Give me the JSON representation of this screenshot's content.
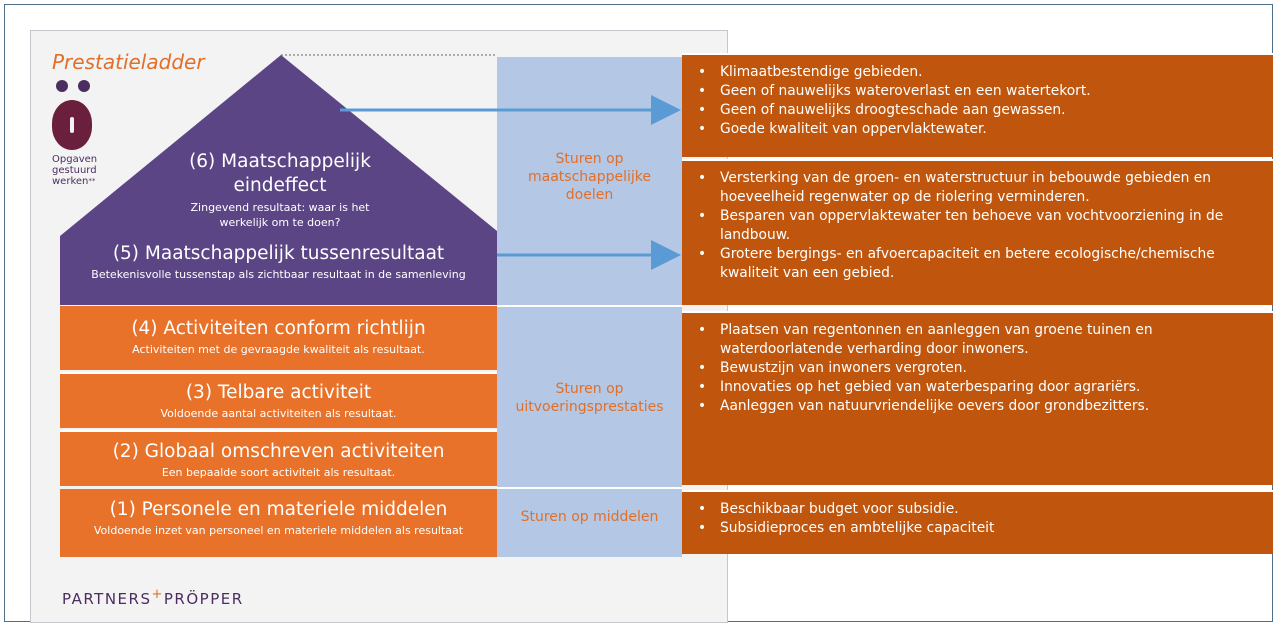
{
  "title": "Prestatieladder",
  "logo": {
    "icon": "opgaven-gestuurd-werken-logo",
    "line1": "Opgaven",
    "line2": "gestuurd",
    "line3": "werken",
    "mark": "**"
  },
  "levels": [
    {
      "title": "(6) Maatschappelijk",
      "title2": "eindeffect",
      "subtitle": "Zingevend resultaat: waar is het",
      "subtitle2": "werkelijk om te doen?"
    },
    {
      "title": "(5) Maatschappelijk tussenresultaat",
      "subtitle": "Betekenisvolle tussenstap als zichtbaar resultaat in de samenleving"
    },
    {
      "title": "(4) Activiteiten conform richtlijn",
      "subtitle": "Activiteiten met de gevraagde kwaliteit als resultaat."
    },
    {
      "title": "(3) Telbare activiteit",
      "subtitle": "Voldoende aantal activiteiten als resultaat."
    },
    {
      "title": "(2) Globaal omschreven activiteiten",
      "subtitle": "Een bepaalde soort activiteit als resultaat."
    },
    {
      "title": "(1) Personele en materiele middelen",
      "subtitle": "Voldoende inzet van personeel en materiele middelen als resultaat"
    }
  ],
  "steering": {
    "s1": "Sturen op",
    "s1b": "maatschappelijke",
    "s1c": "doelen",
    "s2": "Sturen op",
    "s2b": "uitvoeringsprestaties",
    "s3": "Sturen op middelen"
  },
  "boxes": {
    "b1": [
      "Klimaatbestendige gebieden.",
      "Geen of nauwelijks wateroverlast en een watertekort.",
      "Geen of nauwelijks droogteschade aan gewassen.",
      "Goede kwaliteit van oppervlaktewater."
    ],
    "b2": [
      "Versterking van de groen- en waterstructuur in bebouwde gebieden en hoeveelheid regenwater op de riolering verminderen.",
      "Besparen van oppervlaktewater ten behoeve van vochtvoorziening in de landbouw.",
      "Grotere bergings- en afvoercapaciteit en betere ecologische/chemische kwaliteit van een gebied."
    ],
    "b3": [
      "Plaatsen van regentonnen en aanleggen van groene tuinen en waterdoorlatende verharding door inwoners.",
      "Bewustzijn van inwoners vergroten.",
      "Innovaties op het gebied van waterbesparing door agrariërs.",
      "Aanleggen van natuurvriendelijke oevers door grondbezitters."
    ],
    "b4": [
      "Beschikbaar budget voor subsidie.",
      "Subsidieproces en ambtelijke capaciteit"
    ]
  },
  "partners": {
    "a": "PARTNERS",
    "plus": "+",
    "b": "PRÖPPER"
  },
  "colors": {
    "orange": "#e8722a",
    "dark_orange": "#c0560d",
    "purple": "#5b4585",
    "blue": "#b4c8e6",
    "arrow": "#5b9bd5"
  }
}
